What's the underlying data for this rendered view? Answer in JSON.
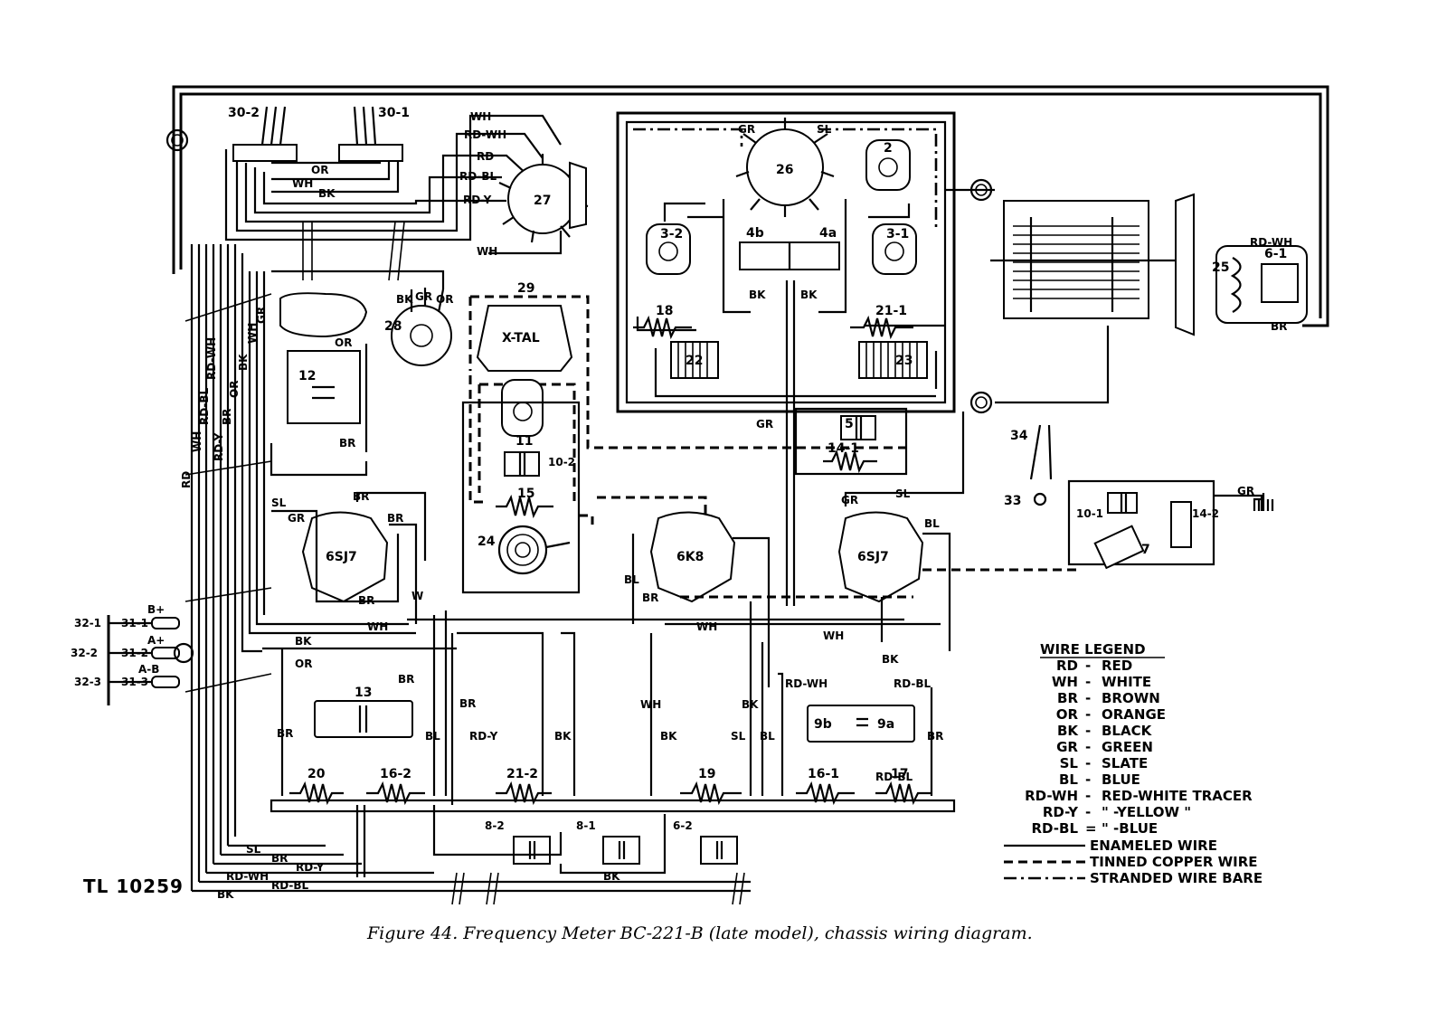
{
  "figure": {
    "id_code": "TL 10259",
    "caption": "Figure 44.   Frequency Meter BC-221-B (late model), chassis wiring diagram."
  },
  "components": {
    "j30_2": "30-2",
    "j30_1": "30-1",
    "c27": "27",
    "c26": "26",
    "c2": "2",
    "c3_2": "3-2",
    "c3_1": "3-1",
    "c4b": "4b",
    "c4a": "4a",
    "c18": "18",
    "c22": "22",
    "c21_1": "21-1",
    "c23": "23",
    "c29": "29",
    "xtal": "X-TAL",
    "c28": "28",
    "c12": "12",
    "c11": "11",
    "c10_2": "10-2",
    "c15": "15",
    "c24": "24",
    "c5": "5",
    "c14_1": "14-1",
    "c34": "34",
    "c33": "33",
    "c10_1": "10-1",
    "c14_2": "14-2",
    "c7": "7",
    "c25": "25",
    "c6_1": "6-1",
    "c13": "13",
    "c9b": "9b",
    "c9a": "9a",
    "c20": "20",
    "c16_2": "16-2",
    "c21_2": "21-2",
    "c19": "19",
    "c16_1": "16-1",
    "c17": "17",
    "c8_2": "8-2",
    "c8_1": "8-1",
    "c6_2": "6-2",
    "j32_1": "32-1",
    "j32_2": "32-2",
    "j32_3": "32-3",
    "j31_1": "31-1",
    "j31_2": "31-2",
    "j31_3": "31-3",
    "b_plus": "B+",
    "a_plus": "A+",
    "a_minus_b": "A-B"
  },
  "tubes": {
    "left": "6SJ7",
    "middle": "6K8",
    "right": "6SJ7"
  },
  "wire_labels": {
    "wh": "WH",
    "rd_wh": "RD-WH",
    "rd": "RD",
    "rd_bl": "RD-BL",
    "rd_y": "RD-Y",
    "or": "OR",
    "bk": "BK",
    "gr": "GR",
    "sl": "SL",
    "br": "BR",
    "bl": "BL",
    "w": "W"
  },
  "legend": {
    "title": "WIRE LEGEND",
    "rows": [
      {
        "code": "RD",
        "sep": "-",
        "name": "RED"
      },
      {
        "code": "WH",
        "sep": "-",
        "name": "WHITE"
      },
      {
        "code": "BR",
        "sep": "-",
        "name": "BROWN"
      },
      {
        "code": "OR",
        "sep": "-",
        "name": "ORANGE"
      },
      {
        "code": "BK",
        "sep": "-",
        "name": "BLACK"
      },
      {
        "code": "GR",
        "sep": "-",
        "name": "GREEN"
      },
      {
        "code": "SL",
        "sep": "-",
        "name": "SLATE"
      },
      {
        "code": "BL",
        "sep": "-",
        "name": "BLUE"
      },
      {
        "code": "RD-WH",
        "sep": "-",
        "name": "RED-WHITE TRACER"
      },
      {
        "code": "RD-Y",
        "sep": "-",
        "name": "\"  -YELLOW  \""
      },
      {
        "code": "RD-BL",
        "sep": "=",
        "name": "\"  -BLUE"
      }
    ],
    "line_types": [
      {
        "style": "solid",
        "name": "ENAMELED WIRE"
      },
      {
        "style": "dashed",
        "name": "TINNED COPPER WIRE"
      },
      {
        "style": "dashdot",
        "name": "STRANDED WIRE BARE"
      }
    ]
  }
}
